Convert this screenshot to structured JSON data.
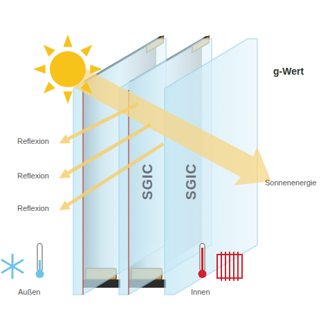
{
  "diagram": {
    "title": "g-Wert",
    "labels": [
      "Reflexion",
      "Reflexion",
      "Reflexion",
      "Sonnenenergie",
      "Außen",
      "Innen",
      "SGIC",
      "SGIC"
    ]
  }
}
